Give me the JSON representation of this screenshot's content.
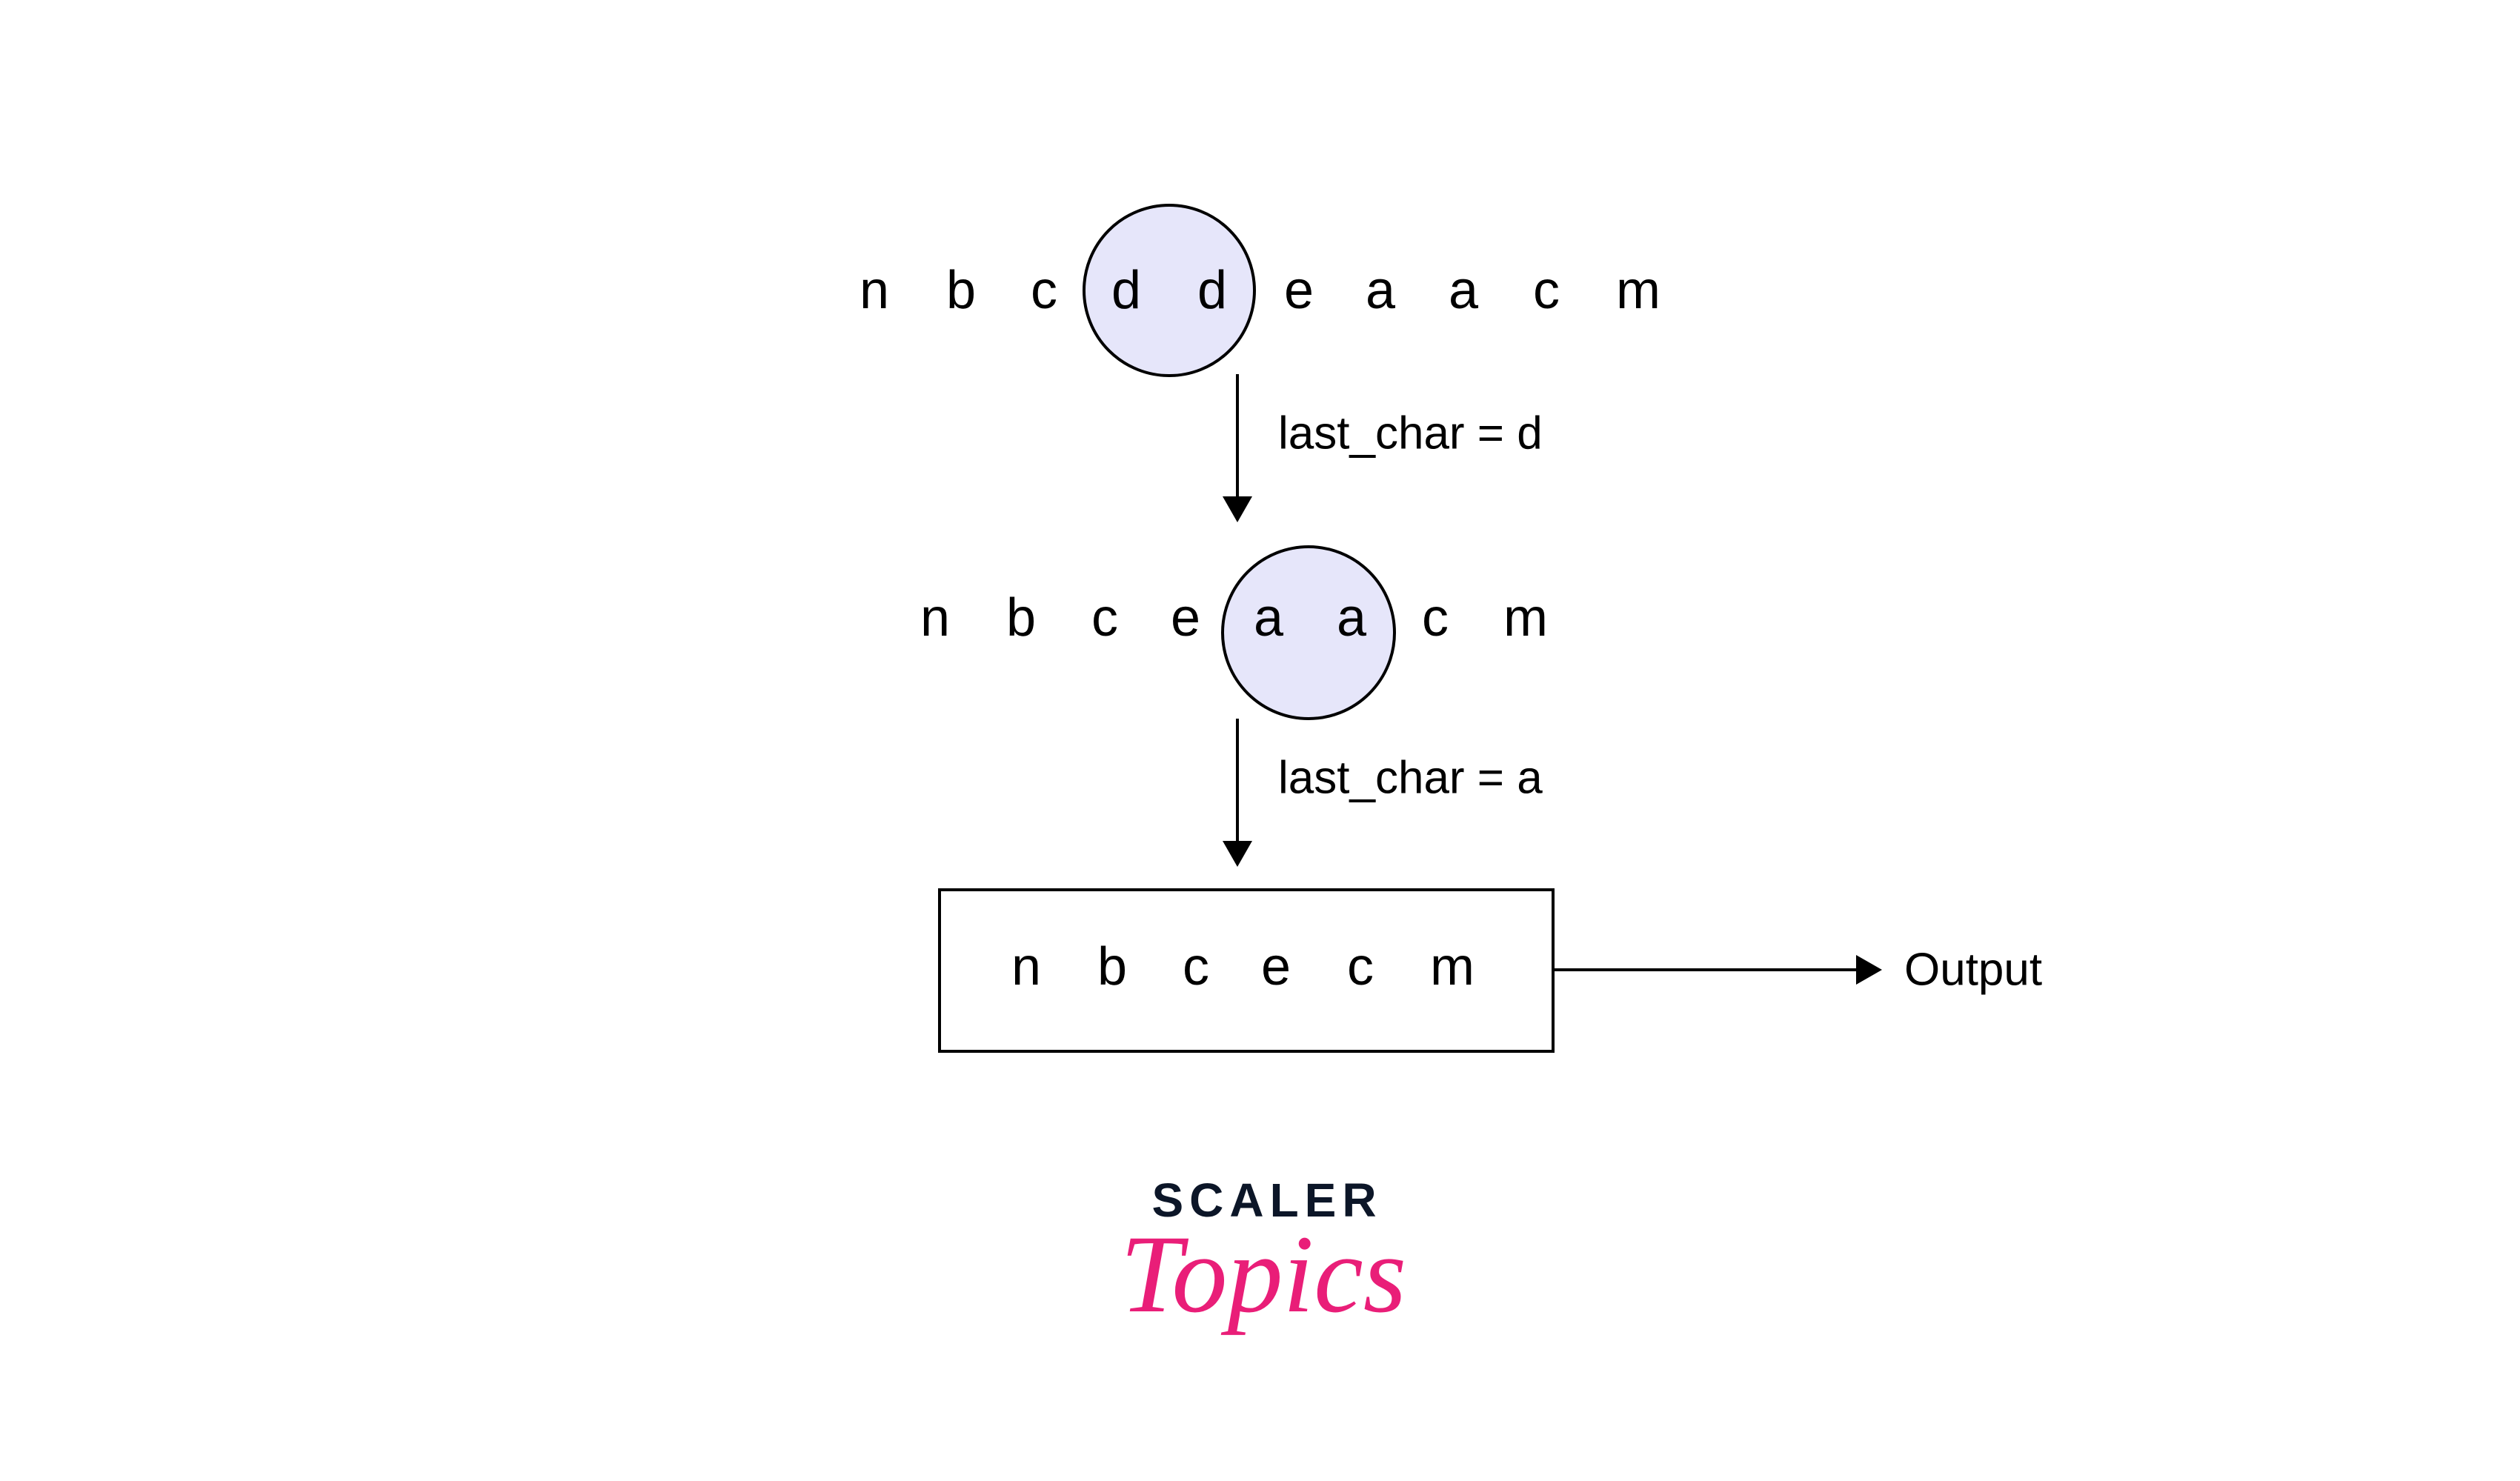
{
  "row1": {
    "chars": [
      "n",
      "b",
      "c",
      "d",
      "d",
      "e",
      "a",
      "a",
      "c",
      "m"
    ]
  },
  "step1_label": "last_char = d",
  "row2": {
    "chars": [
      "n",
      "b",
      "c",
      "e",
      "a",
      "a",
      "c",
      "m"
    ]
  },
  "step2_label": "last_char = a",
  "result": {
    "chars": [
      "n",
      "b",
      "c",
      "e",
      "c",
      "m"
    ]
  },
  "output_label": "Output",
  "logo": {
    "line1": "SCALER",
    "line2": "Topics"
  },
  "colors": {
    "highlight": "#e6e6fa",
    "brand_dark": "#0c1628",
    "brand_pink": "#e91e78"
  }
}
